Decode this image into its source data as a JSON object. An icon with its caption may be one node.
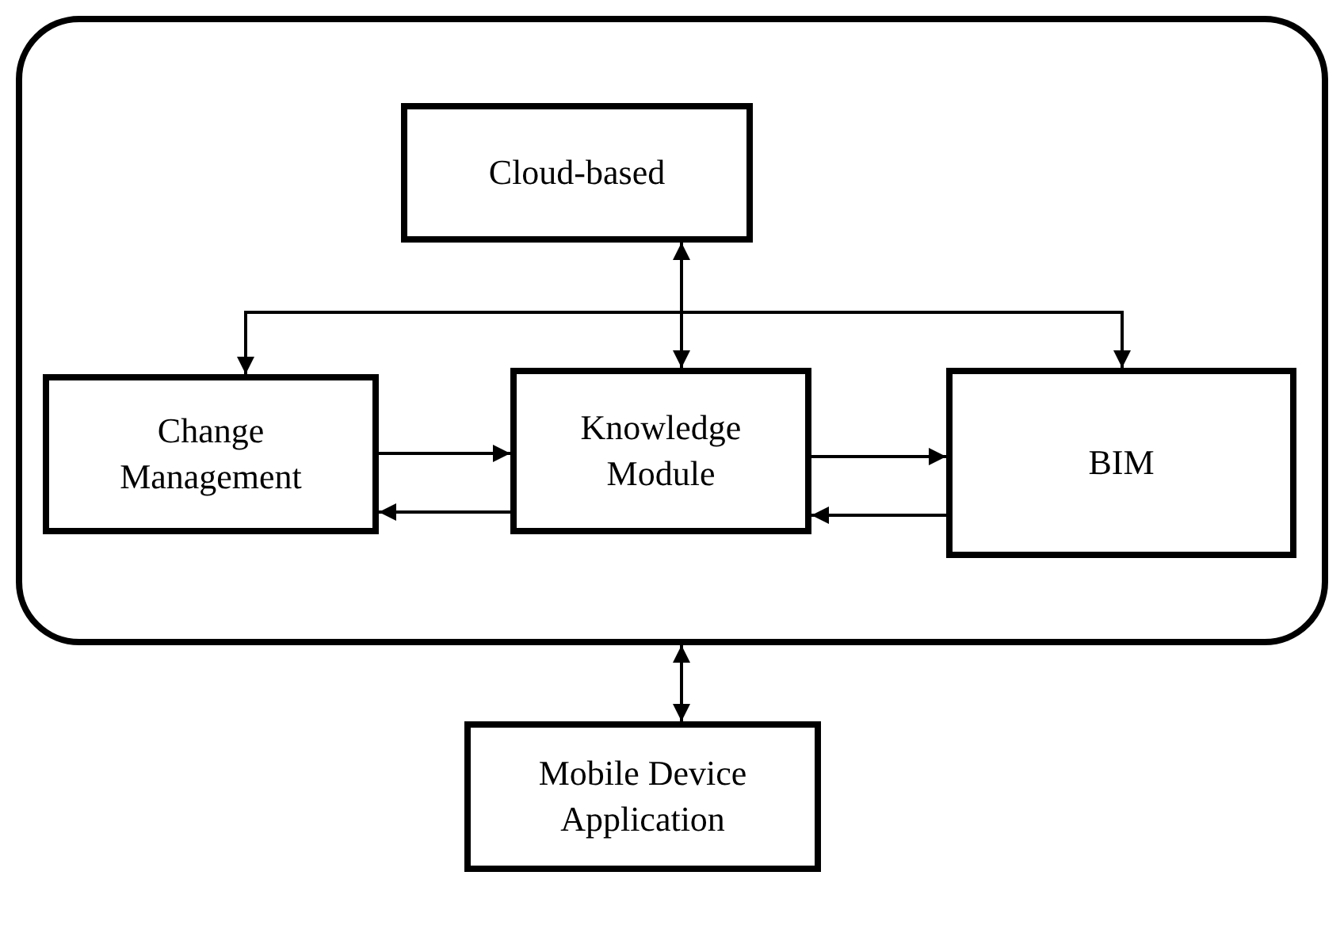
{
  "diagram": {
    "nodes": [
      {
        "text": [],
        "shape": "box"
      },
      {
        "text": [
          "Cloud-based"
        ],
        "in": 0
      },
      {
        "text": [
          "Change Management"
        ],
        "in": 0
      },
      {
        "text": [
          "Knowledge Module"
        ],
        "in": 0
      },
      {
        "text": [
          "BIM"
        ],
        "in": 0
      },
      {
        "text": [
          "Mobile Device Application"
        ]
      }
    ],
    "edges": [
      {
        "from": 1,
        "to": 3,
        "arrow": "both"
      },
      {
        "from": 1,
        "to": 2,
        "arrow": "to"
      },
      {
        "from": 1,
        "to": 4,
        "arrow": "to"
      },
      {
        "from": 2,
        "to": 3,
        "arrow": "to"
      },
      {
        "from": 3,
        "to": 2,
        "arrow": "to"
      },
      {
        "from": 3,
        "to": 4,
        "arrow": "to"
      },
      {
        "from": 4,
        "to": 3,
        "arrow": "to"
      },
      {
        "from": 0,
        "to": 5,
        "arrow": "both"
      }
    ]
  }
}
